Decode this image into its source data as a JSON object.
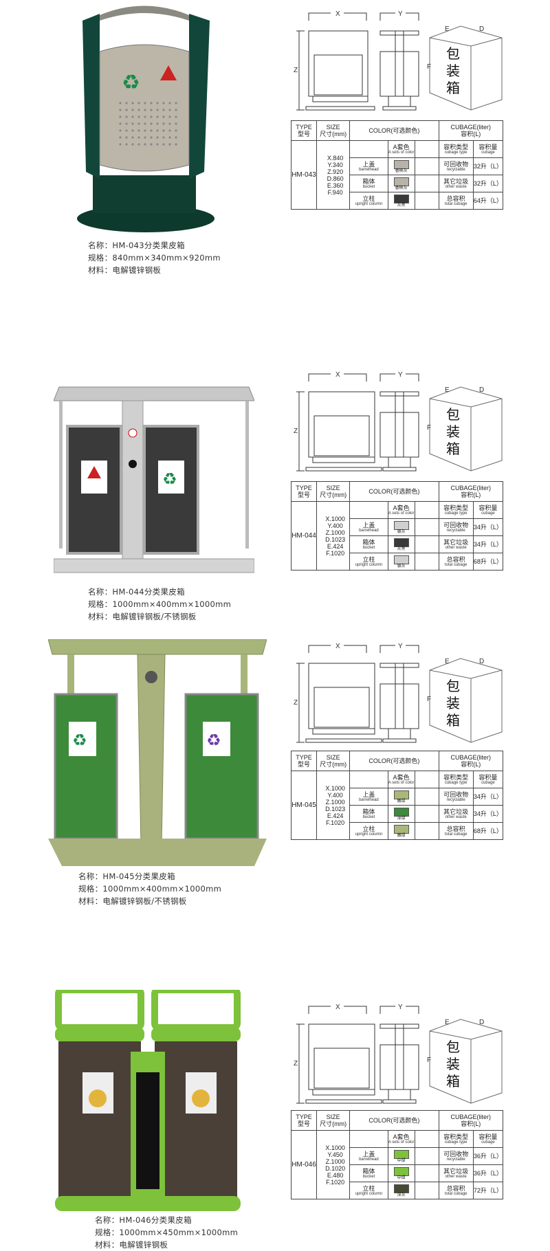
{
  "table_headers": {
    "type": "TYPE",
    "type_cn": "型号",
    "size": "SIZE",
    "size_cn": "尺寸(mm)",
    "color": "COLOR(可选颜色)",
    "cubage": "CUBAGE(liter)",
    "cubage_cn": "容积(L)",
    "set": "A套色",
    "set_en": "A sets of color",
    "ctype": "容积类型",
    "ctype_en": "cubage type",
    "cval": "容积量",
    "cval_en": "cubage"
  },
  "part_labels": [
    {
      "cn": "上盖",
      "en": "barrelhead"
    },
    {
      "cn": "箱体",
      "en": "bucket"
    },
    {
      "cn": "立柱",
      "en": "upright column"
    }
  ],
  "cubage_labels": [
    {
      "cn": "可回收物",
      "en": "recyclable"
    },
    {
      "cn": "其它垃圾",
      "en": "other waste"
    },
    {
      "cn": "总容积",
      "en": "total cubage"
    }
  ],
  "diagram_labels": {
    "x": "X",
    "y": "Y",
    "z": "Z",
    "e": "E",
    "d": "D",
    "f": "F",
    "box": [
      "包",
      "装",
      "箱"
    ]
  },
  "products": [
    {
      "model": "HM-043",
      "sizes": [
        "X.840",
        "Y.340",
        "Z.920",
        "D.860",
        "E.360",
        "F.940"
      ],
      "colors": [
        {
          "name": "香槟灰",
          "hex": "#b8b2a8"
        },
        {
          "name": "香槟灰",
          "hex": "#b8b2a8"
        },
        {
          "name": "灰黑",
          "hex": "#3a3838"
        }
      ],
      "cubages": [
        "32升（L）",
        "32升（L）",
        "64升（L）"
      ],
      "caption": [
        "名称：HM-043分类果皮箱",
        "规格：840mm×340mm×920mm",
        "材料：电解镀锌钢板"
      ]
    },
    {
      "model": "HM-044",
      "sizes": [
        "X.1000",
        "Y.400",
        "Z.1000",
        "D.1023",
        "E.424",
        "F.1020"
      ],
      "colors": [
        {
          "name": "银灰",
          "hex": "#cfcfcf"
        },
        {
          "name": "灰黑",
          "hex": "#3a3838"
        },
        {
          "name": "银灰",
          "hex": "#cfcfcf"
        }
      ],
      "cubages": [
        "34升（L）",
        "34升（L）",
        "68升（L）"
      ],
      "caption": [
        "名称：HM-044分类果皮箱",
        "规格：1000mm×400mm×1000mm",
        "材料：电解镀锌钢板/不锈钢板"
      ]
    },
    {
      "model": "HM-045",
      "sizes": [
        "X.1000",
        "Y.400",
        "Z.1000",
        "D.1023",
        "E.424",
        "F.1020"
      ],
      "colors": [
        {
          "name": "嫩绿",
          "hex": "#a9b878"
        },
        {
          "name": "深绿",
          "hex": "#3d8a3a"
        },
        {
          "name": "嫩绿",
          "hex": "#a9b878"
        }
      ],
      "cubages": [
        "34升（L）",
        "34升（L）",
        "68升（L）"
      ],
      "caption": [
        "名称：HM-045分类果皮箱",
        "规格：1000mm×400mm×1000mm",
        "材料：电解镀锌钢板/不锈钢板"
      ]
    },
    {
      "model": "HM-046",
      "sizes": [
        "X.1000",
        "Y.450",
        "Z.1000",
        "D.1020",
        "E.480",
        "F.1020"
      ],
      "colors": [
        {
          "name": "中绿",
          "hex": "#7dc23a"
        },
        {
          "name": "中绿",
          "hex": "#7dc23a"
        },
        {
          "name": "深灰",
          "hex": "#474a33"
        }
      ],
      "cubages": [
        "36升（L）",
        "36升（L）",
        "72升（L）"
      ],
      "caption": [
        "名称：HM-046分类果皮箱",
        "规格：1000mm×450mm×1000mm",
        "材料：电解镀锌钢板"
      ]
    }
  ]
}
